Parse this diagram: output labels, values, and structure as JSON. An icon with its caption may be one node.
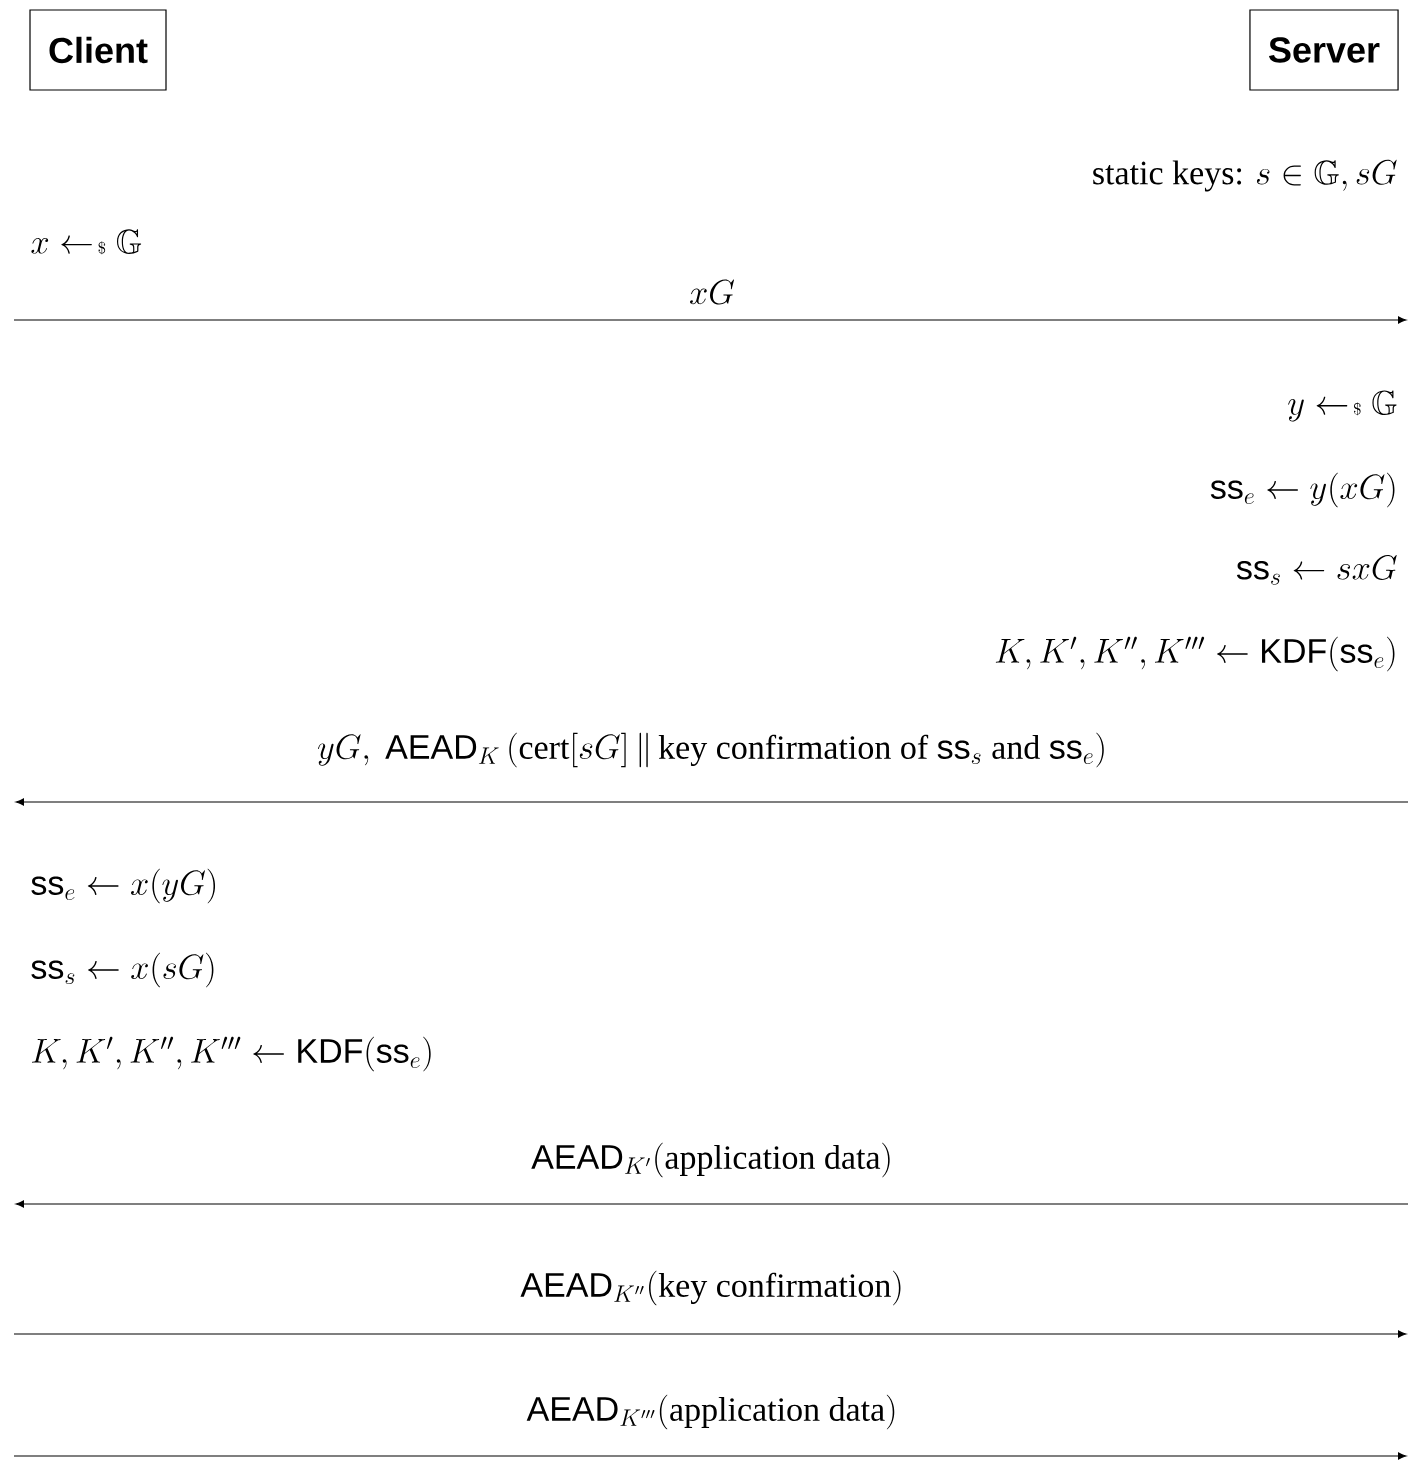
{
  "diagram": {
    "nodes": [
      {
        "text": [
          "Client"
        ]
      },
      {
        "text": [
          "Server"
        ]
      }
    ],
    "labels": [
      "\\text{static keys: } s \\in \\mathbb{G}, sG",
      "x \\mathrel{\\leftarrow\\!{\\scriptscriptstyle\\$}} \\mathbb{G}",
      "xG",
      "y \\mathrel{\\leftarrow\\!{\\scriptscriptstyle\\$}} \\mathbb{G}",
      "\\mathsf{ss}_e \\leftarrow y(xG)",
      "\\mathsf{ss}_s \\leftarrow sxG",
      "K, K', K'', K''' \\leftarrow \\mathsf{KDF}(\\mathsf{ss}_e)",
      "yG,\\ \\mathsf{AEAD}_K\\left(\\mathrm{cert}[sG]\\,\\|\\,\\text{key confirmation of }\\mathsf{ss}_s\\text{ and }\\mathsf{ss}_e\\right)",
      "\\mathsf{ss}_e \\leftarrow x(yG)",
      "\\mathsf{ss}_s \\leftarrow x(sG)",
      "K, K', K'', K''' \\leftarrow \\mathsf{KDF}(\\mathsf{ss}_e)",
      "\\mathsf{AEAD}_{K'}(\\text{application data})",
      "\\mathsf{AEAD}_{K''}(\\text{key confirmation})",
      "\\mathsf{AEAD}_{K'''}(\\text{application data})"
    ]
  }
}
